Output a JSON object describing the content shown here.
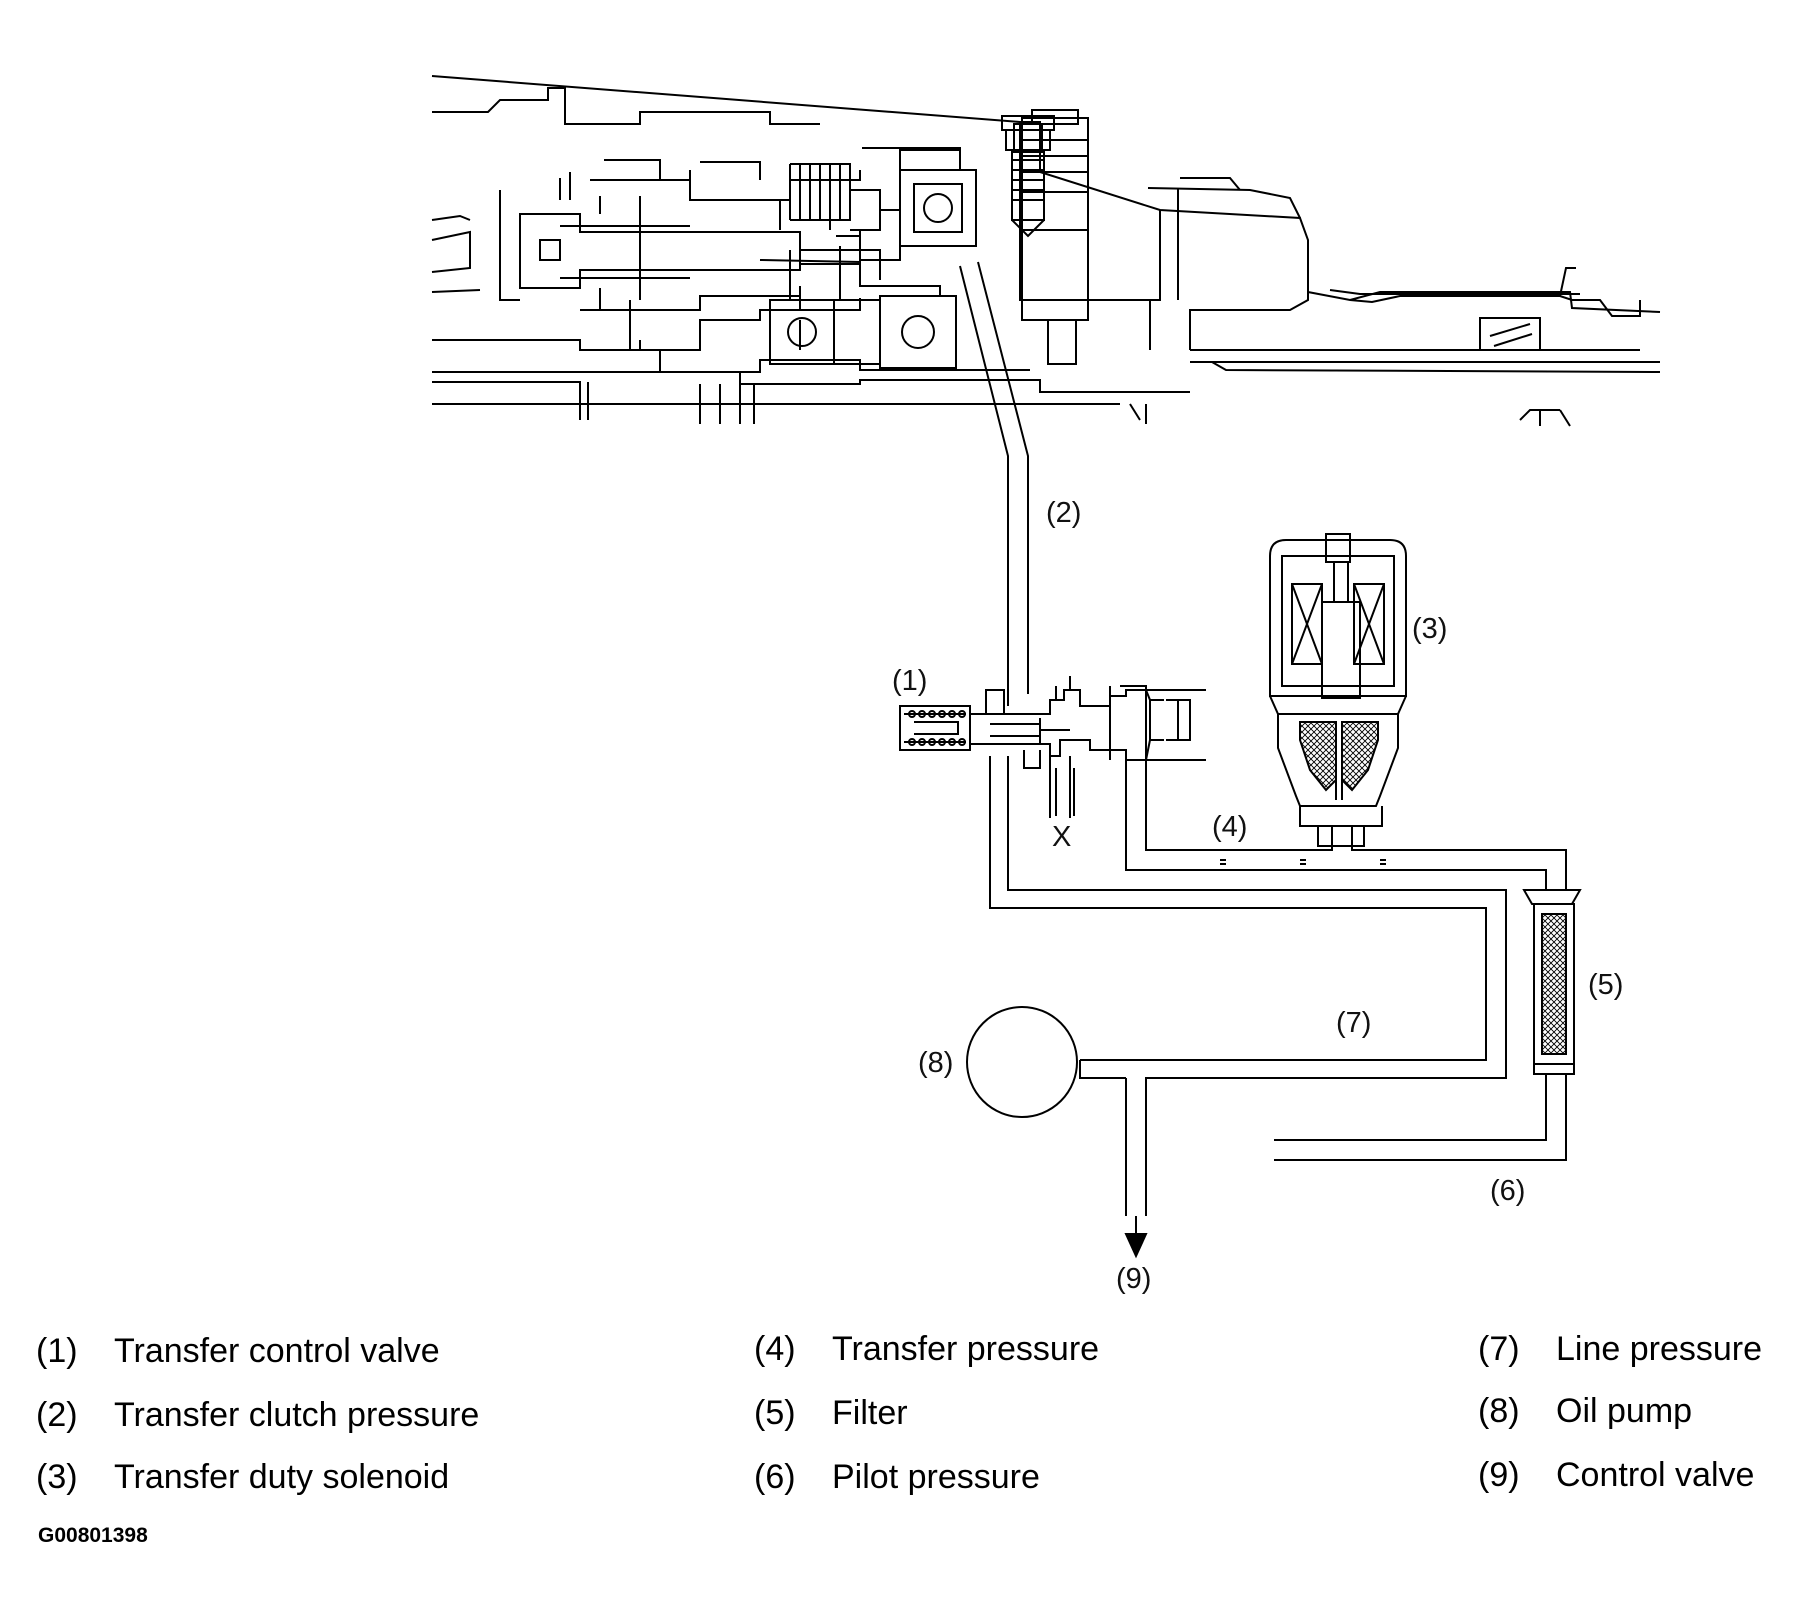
{
  "callouts": {
    "c1": "(1)",
    "c2": "(2)",
    "c3": "(3)",
    "c4": "(4)",
    "c5": "(5)",
    "c6": "(6)",
    "c7": "(7)",
    "c8": "(8)",
    "c9": "(9)",
    "x": "X"
  },
  "legend": [
    {
      "num": "(1)",
      "label": "Transfer control valve"
    },
    {
      "num": "(2)",
      "label": "Transfer clutch pressure"
    },
    {
      "num": "(3)",
      "label": "Transfer duty solenoid"
    },
    {
      "num": "(4)",
      "label": "Transfer pressure"
    },
    {
      "num": "(5)",
      "label": "Filter"
    },
    {
      "num": "(6)",
      "label": "Pilot pressure"
    },
    {
      "num": "(7)",
      "label": "Line pressure"
    },
    {
      "num": "(8)",
      "label": "Oil pump"
    },
    {
      "num": "(9)",
      "label": "Control valve"
    }
  ],
  "figure_code": "G00801398"
}
